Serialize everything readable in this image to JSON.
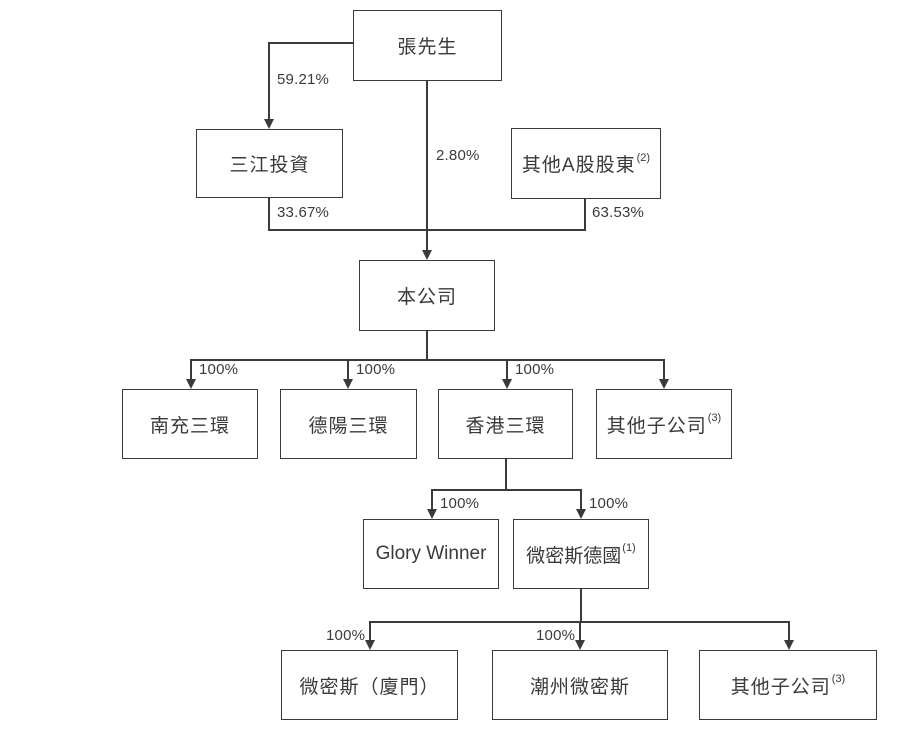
{
  "nodes": {
    "zhang": {
      "label": "張先生"
    },
    "sanjiang": {
      "label": "三江投資"
    },
    "other_a": {
      "label": "其他A股股東",
      "note": "(2)"
    },
    "company": {
      "label": "本公司"
    },
    "nanchong": {
      "label": "南充三環"
    },
    "deyang": {
      "label": "德陽三環"
    },
    "hongkong": {
      "label": "香港三環"
    },
    "other_sub_mid": {
      "label": "其他子公司",
      "note": "(3)"
    },
    "glory_winner": {
      "label": "Glory Winner"
    },
    "weimisi_germany": {
      "label": "微密斯德國",
      "note": "(1)"
    },
    "weimisi_xiamen": {
      "label": "微密斯（廈門）"
    },
    "chaozhou_weimisi": {
      "label": "潮州微密斯"
    },
    "other_sub_bottom": {
      "label": "其他子公司",
      "note": "(3)"
    }
  },
  "edges": {
    "zhang_to_sanjiang": "59.21%",
    "zhang_to_company": "2.80%",
    "sanjiang_to_company": "33.67%",
    "other_a_to_company": "63.53%",
    "company_to_nanchong": "100%",
    "company_to_deyang": "100%",
    "company_to_hongkong": "100%",
    "hongkong_to_glory_winner": "100%",
    "hongkong_to_weimisi_germany": "100%",
    "weimisi_germany_to_xiamen": "100%",
    "weimisi_germany_to_chaozhou": "100%"
  },
  "colors": {
    "line": "#3a3a3a",
    "text": "#3a3a3a",
    "background": "#ffffff"
  }
}
